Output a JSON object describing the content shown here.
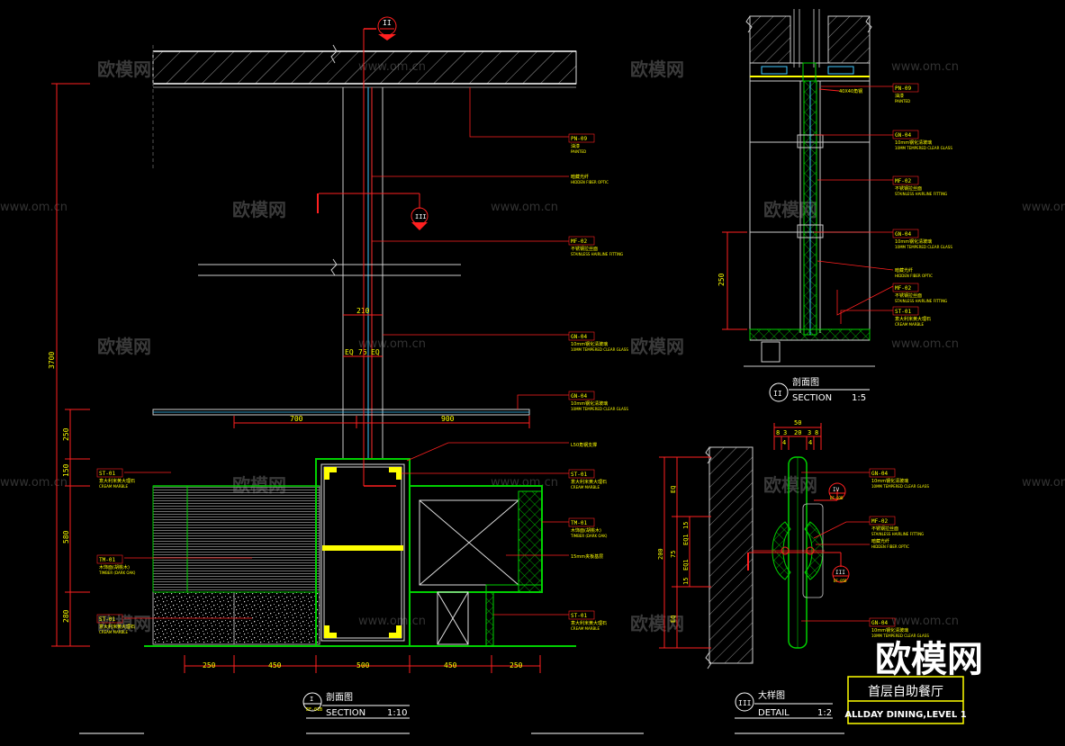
{
  "watermark": {
    "brand": "欧模网",
    "url": "www.om.cn"
  },
  "colors": {
    "bg": "#000000",
    "red": "#ff2020",
    "yellow": "#ffff00",
    "white": "#ffffff",
    "green": "#00e000",
    "cyan": "#40c8ff"
  },
  "view1": {
    "dims": {
      "total_h": "3700",
      "d250": "250",
      "d150": "150",
      "d580": "580",
      "d280": "280",
      "b250a": "250",
      "b450a": "450",
      "b500": "500",
      "b450b": "450",
      "b250b": "250",
      "d700": "700",
      "d900": "900",
      "d210": "210",
      "eq1": "EQ",
      "d75": "75",
      "eq2": "EQ"
    },
    "callouts": [
      {
        "code": "PN-09",
        "cn": "油漆",
        "en": "PAINTED"
      },
      {
        "code": "",
        "cn": "暗藏光纤",
        "en": "HIDDEN FIBER OPTIC"
      },
      {
        "code": "MF-02",
        "cn": "不锈钢拉丝面",
        "en": "STAINLESS HAIRLINE FITTING"
      },
      {
        "code": "GN-04",
        "cn": "10mm钢化清玻璃",
        "en": "10MM TEMPERED CLEAR GLASS"
      },
      {
        "code": "GN-04",
        "cn": "10mm钢化清玻璃",
        "en": "10MM TEMPERED CLEAR GLASS"
      },
      {
        "code": "",
        "cn": "L50角钢支撑",
        "en": ""
      },
      {
        "code": "ST-01",
        "cn": "意大利米黄大理石",
        "en": "CREAM MARBLE"
      },
      {
        "code": "TM-01",
        "cn": "木饰面(胡桃木)",
        "en": "TIMBER (DARK OAK)"
      },
      {
        "code": "",
        "cn": "15mm夹板基层",
        "en": ""
      },
      {
        "code": "ST-01",
        "cn": "意大利米黄大理石",
        "en": "CREAM MARBLE"
      }
    ],
    "left_callouts": [
      {
        "code": "ST-01",
        "cn": "意大利米黄大理石",
        "en": "CREAM MARBLE"
      },
      {
        "code": "TM-01",
        "cn": "木饰面(胡桃木)",
        "en": "TIMBER (DARK OAK)"
      },
      {
        "code": "ST-01",
        "cn": "意大利米黄大理石",
        "en": "CREAM MARBLE"
      }
    ],
    "section_ref": "II",
    "detail_ref": "III",
    "title_num": "I",
    "title_sheet": "EF-01B",
    "title_cn": "剖面图",
    "title_en": "SECTION",
    "scale": "1:10"
  },
  "view2": {
    "dim_250": "250",
    "label_inline": "40X40角钢",
    "callouts": [
      {
        "code": "PN-09",
        "cn": "油漆",
        "en": "PAINTED"
      },
      {
        "code": "GN-04",
        "cn": "10mm钢化清玻璃",
        "en": "10MM TEMPERED CLEAR GLASS"
      },
      {
        "code": "MF-02",
        "cn": "不锈钢拉丝面",
        "en": "STAINLESS HAIRLINE FITTING"
      },
      {
        "code": "GN-04",
        "cn": "10mm钢化清玻璃",
        "en": "10MM TEMPERED CLEAR GLASS"
      },
      {
        "code": "",
        "cn": "暗藏光纤",
        "en": "HIDDEN FIBER OPTIC"
      },
      {
        "code": "MF-02",
        "cn": "不锈钢拉丝面",
        "en": "STAINLESS HAIRLINE FITTING"
      },
      {
        "code": "ST-01",
        "cn": "意大利米黄大理石",
        "en": "CREAM MARBLE"
      }
    ],
    "title_num": "II",
    "title_cn": "剖面图",
    "title_en": "SECTION",
    "scale": "1:5"
  },
  "view3": {
    "top_dims": {
      "total": "50",
      "a": "8",
      "b": "3",
      "c": "20",
      "d": "3",
      "e": "8",
      "f": "4",
      "g": "4"
    },
    "side_dims": {
      "total": "200",
      "mid": "75",
      "eq_top": "EQ",
      "eq_bot": "EQ",
      "d15a": "15",
      "eq1": "EQ1",
      "eq2": "EQ1",
      "d15b": "15"
    },
    "callouts": [
      {
        "code": "GN-04",
        "cn": "10mm钢化清玻璃",
        "en": "10MM TEMPERED CLEAR GLASS"
      },
      {
        "code": "MF-02",
        "cn": "不锈钢拉丝面",
        "en": "STAINLESS HAIRLINE FITTING"
      },
      {
        "code": "",
        "cn": "暗藏光纤",
        "en": "HIDDEN FIBER OPTIC"
      },
      {
        "code": "GN-04",
        "cn": "10mm钢化清玻璃",
        "en": "10MM TEMPERED CLEAR GLASS"
      }
    ],
    "ref_top": {
      "num": "IV",
      "sheet": "EF-03B"
    },
    "ref_bot": {
      "num": "III",
      "sheet": "EF-05B"
    },
    "title_num": "III",
    "title_cn": "大样图",
    "title_en": "DETAIL",
    "scale": "1:2"
  },
  "title_block": {
    "cn": "首层自助餐厅",
    "en": "ALLDAY DINING,LEVEL 1"
  }
}
